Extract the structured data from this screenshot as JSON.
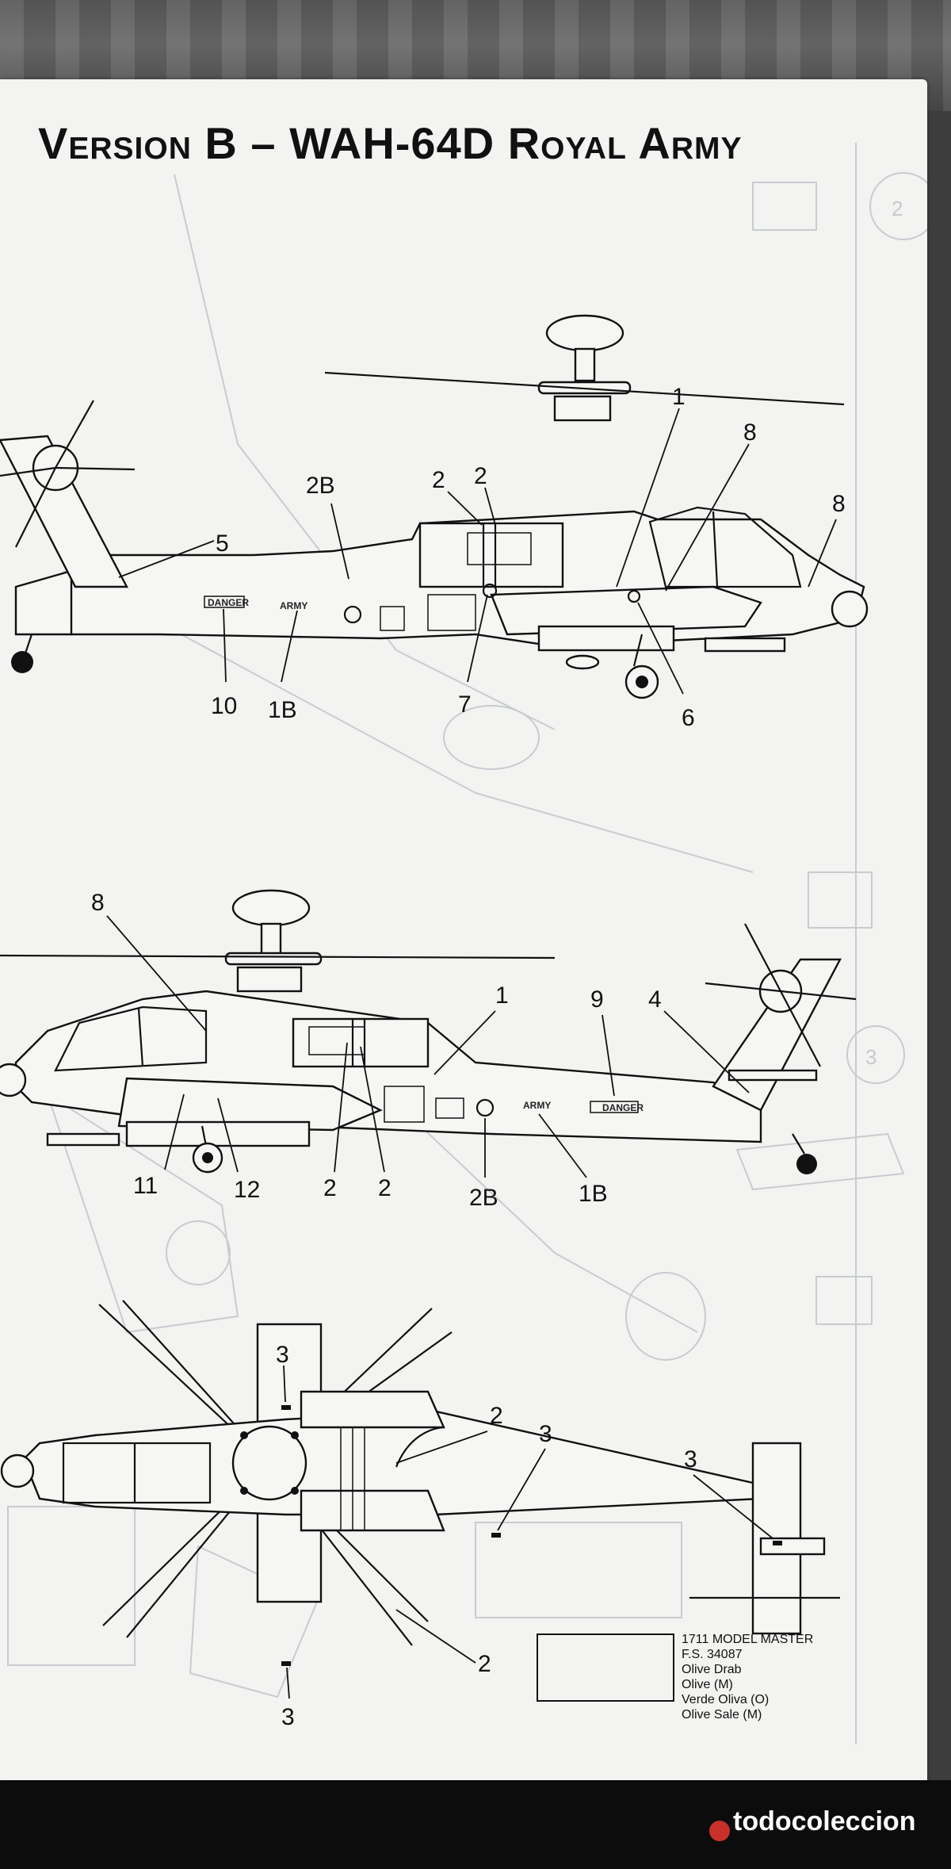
{
  "title": "Version B – WAH-64D Royal Army",
  "side_view_right": {
    "callouts": [
      "1",
      "8",
      "2B",
      "2",
      "2",
      "8",
      "5",
      "10",
      "1B",
      "7",
      "6"
    ],
    "markings": {
      "danger": "DANGER",
      "army": "ARMY"
    }
  },
  "side_view_left": {
    "callouts": [
      "8",
      "1",
      "9",
      "4",
      "11",
      "12",
      "2",
      "2",
      "2B",
      "1B"
    ],
    "markings": {
      "danger": "DANGER",
      "army": "ARMY"
    }
  },
  "top_view": {
    "callouts": [
      "3",
      "2",
      "3",
      "3",
      "2",
      "3"
    ]
  },
  "background_steps": [
    "2",
    "3"
  ],
  "paint": {
    "lines": [
      "1711 MODEL MASTER",
      "F.S. 34087",
      "Olive Drab",
      "Olive (M)",
      "Verde Oliva (O)",
      "Olive Sale (M)"
    ],
    "swatch_color": "#f3f3f1"
  },
  "watermark": "todocoleccion"
}
